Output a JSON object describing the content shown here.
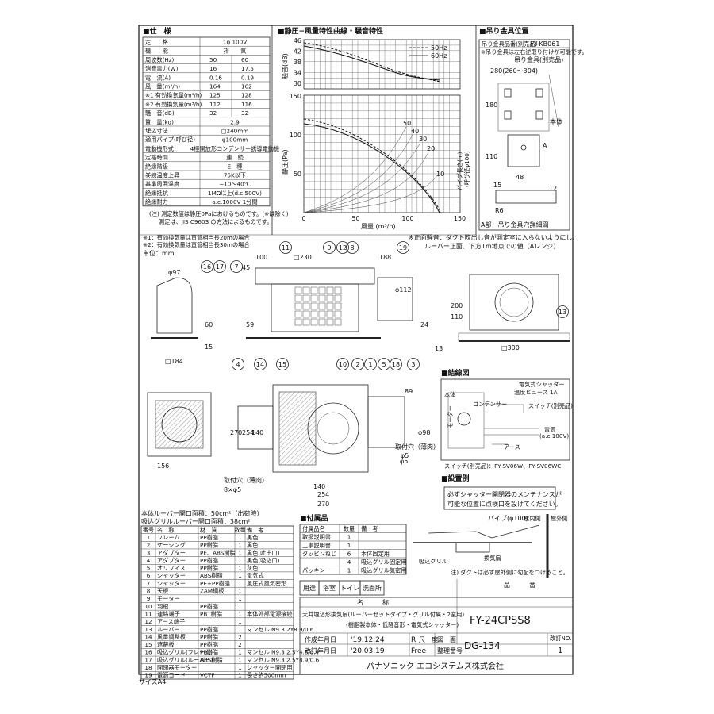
{
  "spec": {
    "title": "■仕　様",
    "rows": [
      [
        "定　　格",
        "1φ 100V",
        ""
      ],
      [
        "機　　能",
        "排　　気",
        ""
      ],
      [
        "周波数(Hz)",
        "50",
        "60"
      ],
      [
        "消費電力(W)",
        "16",
        "17.5"
      ],
      [
        "電　流(A)",
        "0.16",
        "0.19"
      ],
      [
        "風　量(m³/h)",
        "164",
        "162"
      ],
      [
        "※1 有効換気量(m³/h)",
        "125",
        "128"
      ],
      [
        "※2 有効換気量(m³/h)",
        "112",
        "116"
      ],
      [
        "騒　音(dB)",
        "32",
        "32"
      ],
      [
        "質　量(kg)",
        "2.9",
        ""
      ],
      [
        "埋込寸法",
        "□240mm",
        ""
      ],
      [
        "適用パイプ(呼び径)",
        "φ100mm",
        ""
      ],
      [
        "電動機形式",
        "4極開放形コンデンサー誘導電動機",
        ""
      ],
      [
        "定格時間",
        "連　続",
        ""
      ],
      [
        "絶縁階級",
        "E　種",
        ""
      ],
      [
        "巻線温度上昇",
        "75K以下",
        ""
      ],
      [
        "基準周囲温度",
        "−10〜40℃",
        ""
      ],
      [
        "絶縁抵抗",
        "1MΩ以上(d.c.500V)",
        ""
      ],
      [
        "絶縁耐力",
        "a.c.1000V 1分間",
        ""
      ]
    ],
    "note1": "(注) 測定数値は静圧0Paにおけるものです。(※は除く)",
    "note2": "測定は、JIS C9603 の方法によるものです。",
    "foot1": "※1：有効換気量は直管相当長20mの場合",
    "foot2": "※2：有効換気量は直管相当長30mの場合",
    "unit": "単位：mm"
  },
  "curve": {
    "title": "■静圧−風量特性曲線・騒音特性",
    "legend_50": "50Hz",
    "legend_60": "60Hz",
    "noise_label": "騒音(dB)",
    "noise_ticks": [
      "46",
      "42",
      "38",
      "34",
      "30"
    ],
    "pressure_label": "静圧(Pa)",
    "pressure_ticks": [
      "150",
      "100",
      "50"
    ],
    "x_label": "風量 (m³/h)",
    "x_ticks": [
      "0",
      "50",
      "100",
      "150"
    ],
    "pipe_label": "パイプ長さ(m)",
    "pipe_label2": "(呼び径φ100)",
    "pipe_lengths": [
      "50",
      "40",
      "30",
      "20",
      "10"
    ],
    "note": "※正面騒音：ダクト吹出し音が測定室に入らないようにし、",
    "note2": "ルーバー正面、下方1m地点での値（Aレンジ）"
  },
  "hanger": {
    "title": "■吊り金具位置",
    "part_label": "吊り金具品番(別売品)",
    "part_no": "FY-KB061",
    "remark": "※吊り金具は左右逆取り付けが可能です。",
    "label": "吊り金具(別売品)",
    "dim_280": "280(260〜304)",
    "dim_180": "180",
    "dim_110": "110",
    "dim_48": "48",
    "dim_15": "15",
    "dim_12": "12",
    "dim_r6": "R6",
    "body": "本体",
    "section_a": "A部　吊り金具穴詳細図",
    "a_mark": "A"
  },
  "drawing": {
    "dims": [
      "100",
      "□230",
      "188",
      "45",
      "φ97",
      "φ112",
      "200",
      "110",
      "13",
      "□300",
      "24",
      "59",
      "60",
      "15",
      "□184",
      "270",
      "254",
      "140",
      "156",
      "89",
      "φ98",
      "140",
      "254",
      "270",
      "φ5"
    ],
    "callouts": [
      "11",
      "9",
      "12",
      "8",
      "16",
      "17",
      "7",
      "19",
      "13",
      "4",
      "14",
      "15",
      "10",
      "2",
      "1",
      "5",
      "18",
      "3"
    ],
    "hole_label": "取付穴（薄肉）",
    "hole_spec": "8×φ5",
    "hole_label2": "取付穴（薄肉）",
    "hole_spec2": "φ5"
  },
  "wiring": {
    "title": "■結線図",
    "shutter": "電気式シャッター",
    "fuse": "温度ヒューズ 1A",
    "switch_label": "スイッチ(別売品)",
    "capacitor": "コンデンサー",
    "motor": "モーター",
    "body": "本体",
    "power": "電源",
    "ac": "(a.c.100V)",
    "earth": "アース",
    "switch_part": "スイッチ(別売品)：FY-SV06W、FY-SV06WC"
  },
  "install": {
    "title": "■設置例",
    "notice1": "必ずシャッター開閉器のメンテナンスが",
    "notice2": "可能な位置に点検口を設けてください。",
    "pipe": "パイプ(φ100)",
    "inside": "屋内側",
    "outside": "屋外側",
    "grille": "吸込グリル",
    "outlet": "換気扇",
    "note": "注) ダクトは必ず屋外側に勾配をつけること。"
  },
  "opening": {
    "line1": "本体ルーバー開口面積：50cm²（出荷時）",
    "line2": "吸込グリルルーバー開口面積：38cm²"
  },
  "parts": {
    "headers": [
      "番号",
      "名　称",
      "材　質",
      "数量",
      "備　考"
    ],
    "rows": [
      [
        "1",
        "フレーム",
        "PP樹脂",
        "1",
        "黒色"
      ],
      [
        "2",
        "ケーシング",
        "PP樹脂",
        "1",
        "黒色"
      ],
      [
        "3",
        "アダプター",
        "PE、ABS樹脂",
        "1",
        "黒色(吐出口)"
      ],
      [
        "4",
        "アダプター",
        "PP樹脂",
        "1",
        "黒色(吸込口)"
      ],
      [
        "5",
        "オリフィス",
        "PP樹脂",
        "1",
        "灰色"
      ],
      [
        "6",
        "シャッター",
        "ABS樹脂",
        "1",
        "電気式"
      ],
      [
        "7",
        "シャッター",
        "PE+PP樹脂",
        "1",
        "風圧式風気密形"
      ],
      [
        "8",
        "天板",
        "ZAM鋼板",
        "1",
        ""
      ],
      [
        "9",
        "モーター",
        "",
        "1",
        ""
      ],
      [
        "10",
        "羽根",
        "PP樹脂",
        "1",
        ""
      ],
      [
        "11",
        "連絡端子",
        "PBT樹脂",
        "1",
        "本体外部電源接続"
      ],
      [
        "12",
        "アース端子",
        "",
        "1",
        ""
      ],
      [
        "13",
        "ルーバー",
        "PP樹脂",
        "1",
        "マンセル N9.3 2Y8.9/0.6"
      ],
      [
        "14",
        "風量調整板",
        "PP樹脂",
        "2",
        ""
      ],
      [
        "15",
        "遮蔽板",
        "PP樹脂",
        "2",
        ""
      ],
      [
        "16",
        "吸込グリル(フレーム)",
        "PP樹脂",
        "1",
        "マンセル N9.3 2.5Y4.6/0.4"
      ],
      [
        "17",
        "吸込グリル(ルーバー)",
        "ABS樹脂",
        "1",
        "マンセル N9.3 2.5Y8.9/0.6"
      ],
      [
        "18",
        "開閉器モーター",
        "",
        "1",
        "シャッター開閉用"
      ],
      [
        "19",
        "電源コード",
        "VCTF",
        "1",
        "長さ約500mm"
      ]
    ]
  },
  "accessories": {
    "title": "■付属品",
    "headers": [
      "付属品名",
      "数量",
      "備　考"
    ],
    "rows": [
      [
        "取扱説明書",
        "1",
        ""
      ],
      [
        "工事説明書",
        "1",
        ""
      ],
      [
        "タッピンねじ",
        "6",
        "本体固定用"
      ],
      [
        "",
        "4",
        "吸込グリル固定用"
      ],
      [
        "パッキン",
        "1",
        "吸込グリル気密用"
      ]
    ]
  },
  "usage": {
    "label": "用途",
    "items": [
      "浴室",
      "トイレ",
      "洗面所"
    ]
  },
  "titleblock": {
    "name_header": "名　　　称",
    "part_header": "品　　　番",
    "name_line1": "天井埋込形換気扇(ルーバーセットタイプ・グリル付属・2室用)",
    "name_line2": "(樹脂製本体・低騒音形・電気式シャッター)",
    "model": "FY-24CPSS8",
    "created_label": "作成年月日",
    "created": "'19.12.24",
    "revised_label": "改訂年月日",
    "revised": "'20.03.19",
    "scale_r": "R",
    "scale_label": "尺　度",
    "scale_free": "Free",
    "drawing_label": "図　面",
    "serial_label": "整理番号",
    "drawing_no": "DG-134",
    "rev_label": "改訂NO.",
    "rev_no": "1",
    "company": "パナソニック エコシステムズ株式会社"
  },
  "size": "サイズA4"
}
